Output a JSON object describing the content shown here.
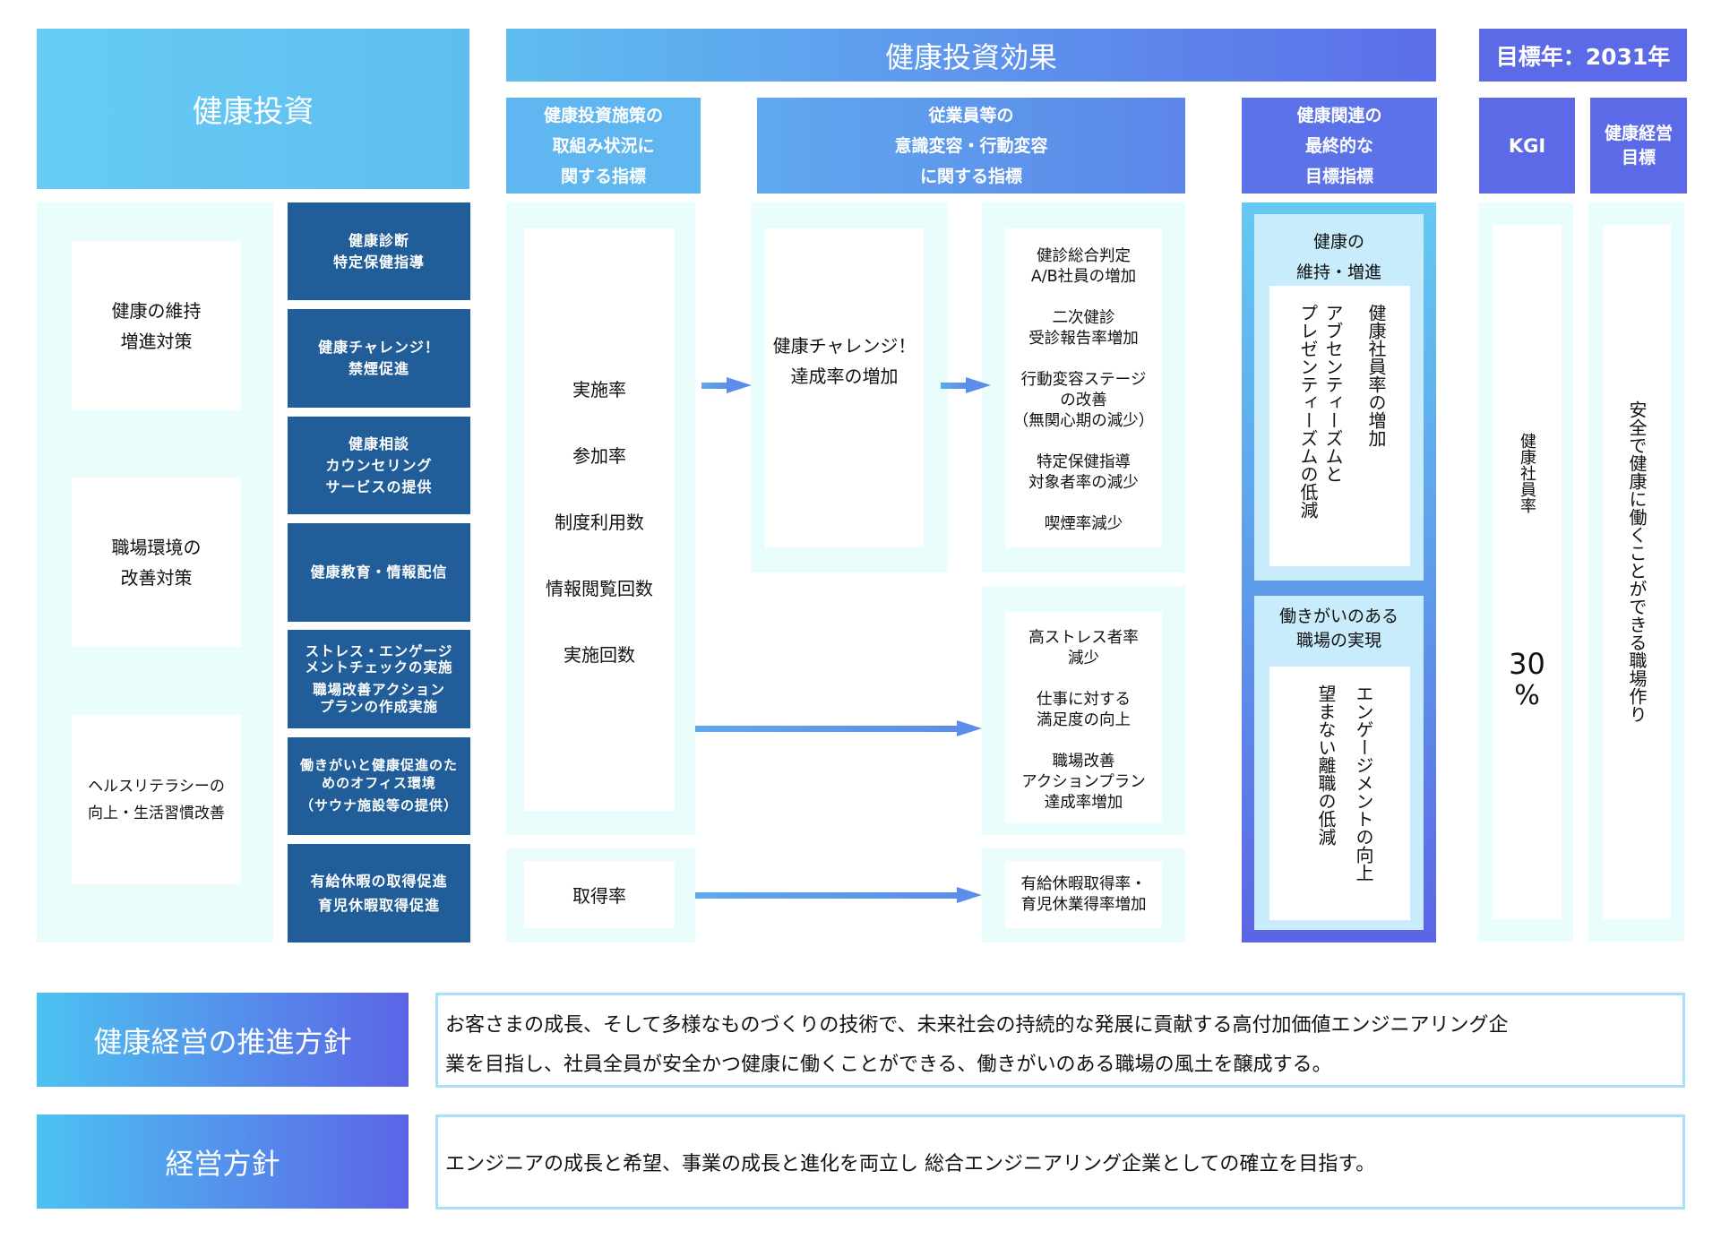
{
  "header": {
    "investment_title": "健康投資",
    "effect_title": "健康投資効果",
    "target_year": "目標年：2031年",
    "subheaders": {
      "initiative_indicators": [
        "健康投資施策の",
        "取組み状況に",
        "関する指標"
      ],
      "behavior_indicators": [
        "従業員等の",
        "意識変容・行動変容",
        "に関する指標"
      ],
      "final_indicators": [
        "健康関連の",
        "最終的な",
        "目標指標"
      ],
      "kgi": "KGI",
      "management_goal": [
        "健康経営",
        "目標"
      ]
    }
  },
  "investment": {
    "categories": [
      {
        "lines": [
          "健康の維持",
          "増進対策"
        ]
      },
      {
        "lines": [
          "職場環境の",
          "改善対策"
        ]
      },
      {
        "lines": [
          "ヘルスリテラシーの",
          "向上・生活習慣改善"
        ]
      }
    ],
    "measures": [
      {
        "lines": [
          "健康診断",
          "特定保健指導"
        ]
      },
      {
        "lines": [
          "健康チャレンジ！",
          "禁煙促進"
        ]
      },
      {
        "lines": [
          "健康相談",
          "カウンセリング",
          "サービスの提供"
        ]
      },
      {
        "lines": [
          "健康教育・情報配信"
        ]
      },
      {
        "lines": [
          "ストレス・エンゲージ",
          "メントチェックの実施",
          "職場改善アクション",
          "プランの作成実施"
        ]
      },
      {
        "lines": [
          "働きがいと健康促進のた",
          "めのオフィス環境",
          "（サウナ施設等の提供）"
        ]
      },
      {
        "lines": [
          "有給休暇の取得促進",
          "育児休暇取得促進"
        ]
      }
    ]
  },
  "indicators": {
    "main": [
      "実施率",
      "参加率",
      "制度利用数",
      "情報閲覧回数",
      "実施回数"
    ],
    "leave": "取得率"
  },
  "challenge": {
    "lines": [
      "健康チャレンジ！",
      "達成率の増加"
    ]
  },
  "outcomes": {
    "health": [
      [
        "健診総合判定",
        "A/B社員の増加"
      ],
      [
        "二次健診",
        "受診報告率増加"
      ],
      [
        "行動変容ステージ",
        "の改善",
        "（無関心期の減少）"
      ],
      [
        "特定保健指導",
        "対象者率の減少"
      ],
      [
        "喫煙率減少"
      ]
    ],
    "workplace": [
      [
        "高ストレス者率",
        "減少"
      ],
      [
        "仕事に対する",
        "満足度の向上"
      ],
      [
        "職場改善",
        "アクションプラン",
        "達成率増加"
      ]
    ],
    "leave": [
      "有給休暇取得率・",
      "育児休業得率増加"
    ]
  },
  "final_goals": [
    {
      "title": [
        "健康の",
        "維持・増進"
      ],
      "items": [
        "健康社員率の増加",
        "アブセンティーズムと",
        "プレゼンティーズムの低減"
      ]
    },
    {
      "title": [
        "働きがいのある",
        "職場の実現"
      ],
      "items": [
        "エンゲージメントの向上",
        "望まない離職の低減"
      ]
    }
  ],
  "kgi": {
    "label": "健康社員率",
    "value": "30",
    "unit": "%"
  },
  "management_goal": "安全で健康に働くことができる職場作り",
  "policies": [
    {
      "label": "健康経営の推進方針",
      "text": [
        "お客さまの成長、そして多様なものづくりの技術で、未来社会の持続的な発展に貢献する高付加価値エンジニアリング企",
        "業を目指し、社員全員が安全かつ健康に働くことができる、働きがいのある職場の風土を醸成する。"
      ]
    },
    {
      "label": "経営方針",
      "text": [
        "エンジニアの成長と希望、事業の成長と進化を両立し 総合エンジニアリング企業としての確立を目指す。"
      ]
    }
  ],
  "arrows": [
    {
      "from": "indicators-main",
      "to": "challenge"
    },
    {
      "from": "challenge",
      "to": "outcomes-health"
    },
    {
      "from": "indicators-main",
      "to": "outcomes-workplace"
    },
    {
      "from": "indicators-leave",
      "to": "outcomes-leave"
    }
  ],
  "colors": {
    "header_light": "#64c9f2",
    "header_dark": "#5b6ce8",
    "measure_box": "#215e99",
    "panel_bg": "#e9fdfd",
    "goal_inner": "#c8ecfb",
    "arrow": "#5b9eec",
    "policy_border": "#a8e1f7"
  }
}
